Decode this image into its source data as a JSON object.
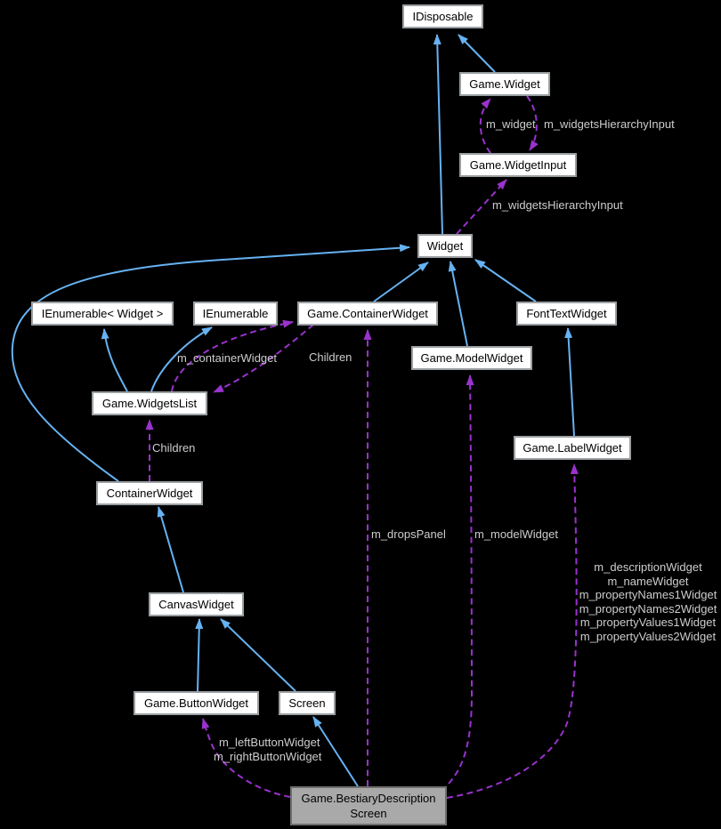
{
  "diagram": {
    "type": "class-collaboration-graph",
    "colors": {
      "canvas_background": "#000000",
      "inheritance_edge": "#66b2f2",
      "usage_edge": "#9a32cd",
      "node_background": "#ffffff",
      "node_border": "#9a9fa2",
      "node_text": "#000000",
      "selected_node_background": "#a9a9a9",
      "edge_label_text": "#cdcdcd"
    },
    "nodes": {
      "idisposable": "IDisposable",
      "game_widget": "Game.Widget",
      "game_widget_input": "Game.WidgetInput",
      "widget": "Widget",
      "ienumerable_widget": "IEnumerable< Widget >",
      "ienumerable": "IEnumerable",
      "game_container_widget": "Game.ContainerWidget",
      "game_model_widget": "Game.ModelWidget",
      "font_text_widget": "FontTextWidget",
      "game_widgets_list": "Game.WidgetsList",
      "game_label_widget": "Game.LabelWidget",
      "container_widget": "ContainerWidget",
      "canvas_widget": "CanvasWidget",
      "game_button_widget": "Game.ButtonWidget",
      "screen": "Screen",
      "bestiary_line1": "Game.BestiaryDescription",
      "bestiary_line2": "Screen"
    },
    "edge_labels": {
      "m_widget": "m_widget",
      "m_widgets_hierarchy_input_top": "m_widgetsHierarchyInput",
      "m_widgets_hierarchy_input_mid": "m_widgetsHierarchyInput",
      "m_container_widget": "m_containerWidget",
      "children_upper": "Children",
      "children_lower": "Children",
      "m_drops_panel": "m_dropsPanel",
      "m_model_widget": "m_modelWidget",
      "m_description_widget": "m_descriptionWidget",
      "m_name_widget": "m_nameWidget",
      "m_property_names1_widget": "m_propertyNames1Widget",
      "m_property_names2_widget": "m_propertyNames2Widget",
      "m_property_values1_widget": "m_propertyValues1Widget",
      "m_property_values2_widget": "m_propertyValues2Widget",
      "m_left_button_widget": "m_leftButtonWidget",
      "m_right_button_widget": "m_rightButtonWidget"
    }
  }
}
